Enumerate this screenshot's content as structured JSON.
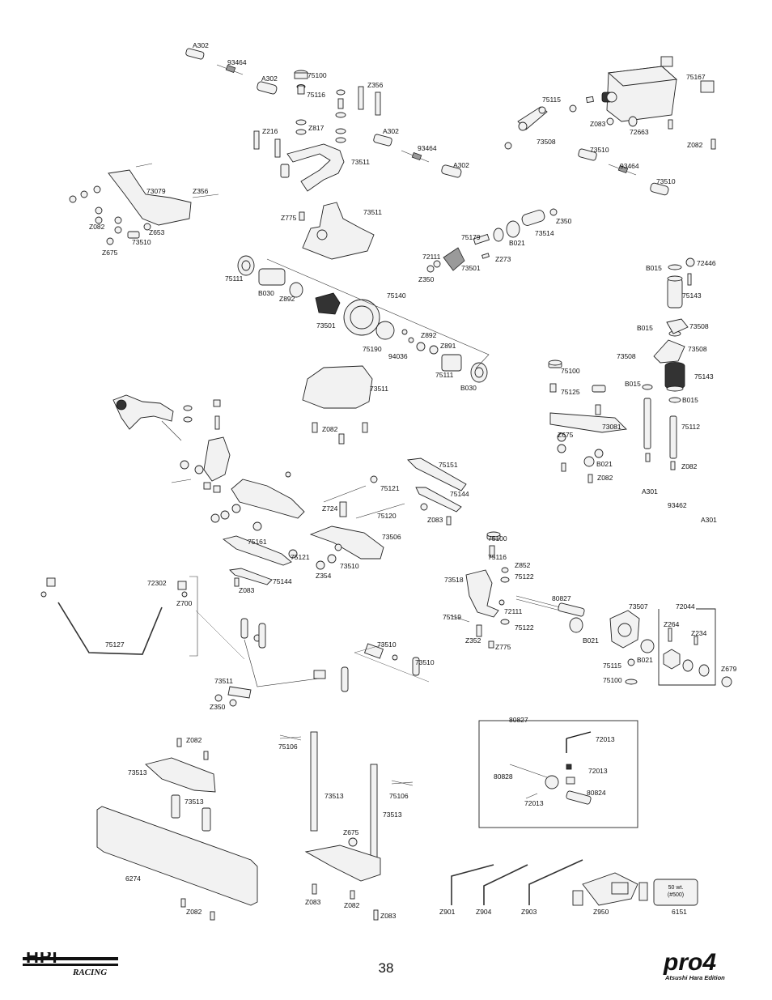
{
  "page": {
    "number": "38"
  },
  "brand": {
    "left_logo_name": "HPI",
    "left_logo_tagline": "RACING",
    "right_logo_name": "pro4",
    "right_logo_edition": "Atsushi Hara Edition"
  },
  "oil_bottle": {
    "weight": "50 wt.",
    "grade": "(#500)"
  },
  "labels": [
    {
      "id": "a302_1",
      "text": "A302"
    },
    {
      "id": "93464_1",
      "text": "93464"
    },
    {
      "id": "a302_2",
      "text": "A302"
    },
    {
      "id": "75100_1",
      "text": "75100"
    },
    {
      "id": "z356_1",
      "text": "Z356"
    },
    {
      "id": "75116_1",
      "text": "75116"
    },
    {
      "id": "z216",
      "text": "Z216"
    },
    {
      "id": "z817",
      "text": "Z817"
    },
    {
      "id": "a302_3",
      "text": "A302"
    },
    {
      "id": "93464_2",
      "text": "93464"
    },
    {
      "id": "a302_4",
      "text": "A302"
    },
    {
      "id": "73511_1",
      "text": "73511"
    },
    {
      "id": "75115_1",
      "text": "75115"
    },
    {
      "id": "75167",
      "text": "75167"
    },
    {
      "id": "z083_1",
      "text": "Z083"
    },
    {
      "id": "72663",
      "text": "72663"
    },
    {
      "id": "73508_1",
      "text": "73508"
    },
    {
      "id": "z082_1",
      "text": "Z082"
    },
    {
      "id": "73510_1",
      "text": "73510"
    },
    {
      "id": "93464_3",
      "text": "93464"
    },
    {
      "id": "73510_2",
      "text": "73510"
    },
    {
      "id": "73079",
      "text": "73079"
    },
    {
      "id": "z356_2",
      "text": "Z356"
    },
    {
      "id": "z082_2",
      "text": "Z082"
    },
    {
      "id": "z653",
      "text": "Z653"
    },
    {
      "id": "73510_3",
      "text": "73510"
    },
    {
      "id": "z675_1",
      "text": "Z675"
    },
    {
      "id": "z775_1",
      "text": "Z775"
    },
    {
      "id": "73511_2",
      "text": "73511"
    },
    {
      "id": "z350_1",
      "text": "Z350"
    },
    {
      "id": "73514",
      "text": "73514"
    },
    {
      "id": "75179",
      "text": "75179"
    },
    {
      "id": "b021_1",
      "text": "B021"
    },
    {
      "id": "z273",
      "text": "Z273"
    },
    {
      "id": "72111_1",
      "text": "72111"
    },
    {
      "id": "73501_1",
      "text": "73501"
    },
    {
      "id": "z350_2",
      "text": "Z350"
    },
    {
      "id": "75111_1",
      "text": "75111"
    },
    {
      "id": "b030_1",
      "text": "B030"
    },
    {
      "id": "z892_1",
      "text": "Z892"
    },
    {
      "id": "75140",
      "text": "75140"
    },
    {
      "id": "73501_2",
      "text": "73501"
    },
    {
      "id": "z892_2",
      "text": "Z892"
    },
    {
      "id": "z891",
      "text": "Z891"
    },
    {
      "id": "75190",
      "text": "75190"
    },
    {
      "id": "94036",
      "text": "94036"
    },
    {
      "id": "75111_2",
      "text": "75111"
    },
    {
      "id": "b030_2",
      "text": "B030"
    },
    {
      "id": "b015_1",
      "text": "B015"
    },
    {
      "id": "72446",
      "text": "72446"
    },
    {
      "id": "75143_1",
      "text": "75143"
    },
    {
      "id": "b015_2",
      "text": "B015"
    },
    {
      "id": "73508_2",
      "text": "73508"
    },
    {
      "id": "73508_3",
      "text": "73508"
    },
    {
      "id": "73508_4",
      "text": "73508"
    },
    {
      "id": "75143_2",
      "text": "75143"
    },
    {
      "id": "b015_3",
      "text": "B015"
    },
    {
      "id": "b015_4",
      "text": "B015"
    },
    {
      "id": "73511_3",
      "text": "73511"
    },
    {
      "id": "75100_2",
      "text": "75100"
    },
    {
      "id": "75125",
      "text": "75125"
    },
    {
      "id": "z082_3",
      "text": "Z082"
    },
    {
      "id": "73081",
      "text": "73081"
    },
    {
      "id": "z675_2",
      "text": "Z675"
    },
    {
      "id": "75112",
      "text": "75112"
    },
    {
      "id": "b021_2",
      "text": "B021"
    },
    {
      "id": "z082_4",
      "text": "Z082"
    },
    {
      "id": "z082_5",
      "text": "Z082"
    },
    {
      "id": "75151",
      "text": "75151"
    },
    {
      "id": "75121_1",
      "text": "75121"
    },
    {
      "id": "75144_1",
      "text": "75144"
    },
    {
      "id": "z724",
      "text": "Z724"
    },
    {
      "id": "75120",
      "text": "75120"
    },
    {
      "id": "z083_2",
      "text": "Z083"
    },
    {
      "id": "a301_1",
      "text": "A301"
    },
    {
      "id": "93462",
      "text": "93462"
    },
    {
      "id": "a301_2",
      "text": "A301"
    },
    {
      "id": "75161",
      "text": "75161"
    },
    {
      "id": "73506",
      "text": "73506"
    },
    {
      "id": "75121_2",
      "text": "75121"
    },
    {
      "id": "73510_4",
      "text": "73510"
    },
    {
      "id": "z354",
      "text": "Z354"
    },
    {
      "id": "75144_2",
      "text": "75144"
    },
    {
      "id": "z083_3",
      "text": "Z083"
    },
    {
      "id": "75100_3",
      "text": "75100"
    },
    {
      "id": "75116_2",
      "text": "75116"
    },
    {
      "id": "z852",
      "text": "Z852"
    },
    {
      "id": "75122_1",
      "text": "75122"
    },
    {
      "id": "73518",
      "text": "73518"
    },
    {
      "id": "72302",
      "text": "72302"
    },
    {
      "id": "z700",
      "text": "Z700"
    },
    {
      "id": "80827_1",
      "text": "80827"
    },
    {
      "id": "72111_2",
      "text": "72111"
    },
    {
      "id": "75119",
      "text": "75119"
    },
    {
      "id": "75122_2",
      "text": "75122"
    },
    {
      "id": "z352",
      "text": "Z352"
    },
    {
      "id": "z775_2",
      "text": "Z775"
    },
    {
      "id": "73507",
      "text": "73507"
    },
    {
      "id": "72044",
      "text": "72044"
    },
    {
      "id": "z264",
      "text": "Z264"
    },
    {
      "id": "z234",
      "text": "Z234"
    },
    {
      "id": "b021_3",
      "text": "B021"
    },
    {
      "id": "b021_4",
      "text": "B021"
    },
    {
      "id": "75115_2",
      "text": "75115"
    },
    {
      "id": "z679",
      "text": "Z679"
    },
    {
      "id": "75100_4",
      "text": "75100"
    },
    {
      "id": "75127",
      "text": "75127"
    },
    {
      "id": "73510_5",
      "text": "73510"
    },
    {
      "id": "73510_6",
      "text": "73510"
    },
    {
      "id": "73511_4",
      "text": "73511"
    },
    {
      "id": "z350_3",
      "text": "Z350"
    },
    {
      "id": "80827_2",
      "text": "80827"
    },
    {
      "id": "72013_1",
      "text": "72013"
    },
    {
      "id": "72013_2",
      "text": "72013"
    },
    {
      "id": "80828",
      "text": "80828"
    },
    {
      "id": "80824",
      "text": "80824"
    },
    {
      "id": "72013_3",
      "text": "72013"
    },
    {
      "id": "z082_6",
      "text": "Z082"
    },
    {
      "id": "75106_1",
      "text": "75106"
    },
    {
      "id": "73513_1",
      "text": "73513"
    },
    {
      "id": "73513_2",
      "text": "73513"
    },
    {
      "id": "73513_3",
      "text": "73513"
    },
    {
      "id": "75106_2",
      "text": "75106"
    },
    {
      "id": "73513_4",
      "text": "73513"
    },
    {
      "id": "z675_3",
      "text": "Z675"
    },
    {
      "id": "6274",
      "text": "6274"
    },
    {
      "id": "z083_4",
      "text": "Z083"
    },
    {
      "id": "z082_7",
      "text": "Z082"
    },
    {
      "id": "z082_8",
      "text": "Z082"
    },
    {
      "id": "z083_5",
      "text": "Z083"
    },
    {
      "id": "z901",
      "text": "Z901"
    },
    {
      "id": "z904",
      "text": "Z904"
    },
    {
      "id": "z903",
      "text": "Z903"
    },
    {
      "id": "z950",
      "text": "Z950"
    },
    {
      "id": "6151",
      "text": "6151"
    }
  ]
}
